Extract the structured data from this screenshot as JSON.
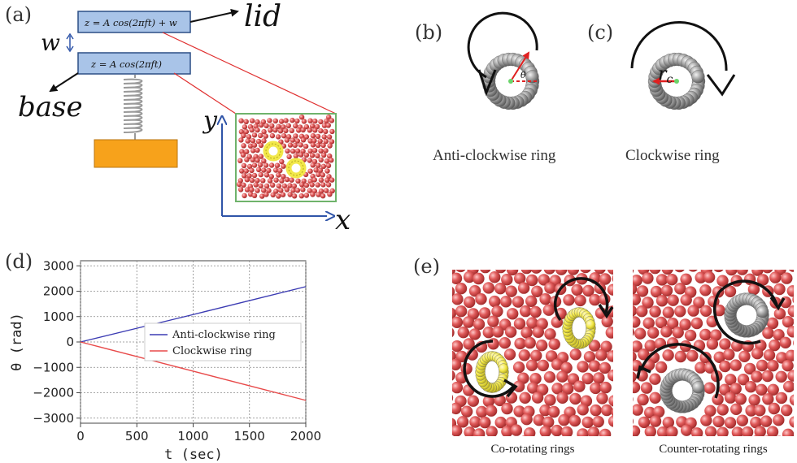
{
  "panels": {
    "a": {
      "label": "(a)",
      "lid_equation": "z = A cos(2πft) + w",
      "base_equation": "z = A cos(2πft)",
      "lid_label": "lid",
      "base_label": "base",
      "gap_label": "w",
      "axis_x": "x",
      "axis_y": "y",
      "colors": {
        "plate": "#a9c4e8",
        "mass": "#f7a21b",
        "particle": "#e05a5a",
        "ring": "#f2e84a",
        "frame": "#6fb36b"
      }
    },
    "b": {
      "label": "(b)",
      "caption": "Anti-clockwise ring",
      "angle_label": "θ"
    },
    "c": {
      "label": "(c)",
      "caption": "Clockwise ring",
      "radius_label": "r",
      "radius_sub": "c"
    },
    "d": {
      "label": "(d)"
    },
    "e": {
      "label": "(e)",
      "caption_left": "Co-rotating rings",
      "caption_right": "Counter-rotating rings"
    }
  },
  "chart_data": {
    "type": "line",
    "xlabel": "t (sec)",
    "ylabel": "θ (rad)",
    "xlim": [
      0,
      2000
    ],
    "ylim": [
      -3200,
      3200
    ],
    "xticks": [
      0,
      500,
      1000,
      1500,
      2000
    ],
    "yticks": [
      -3000,
      -2000,
      -1000,
      0,
      1000,
      2000,
      3000
    ],
    "grid": true,
    "legend_position": "center-right",
    "series": [
      {
        "name": "Anti-clockwise ring",
        "color": "#3b3bb3",
        "x": [
          0,
          500,
          1000,
          1500,
          2000
        ],
        "y": [
          0,
          540,
          1080,
          1630,
          2180
        ]
      },
      {
        "name": "Clockwise ring",
        "color": "#e84a4a",
        "x": [
          0,
          500,
          1000,
          1500,
          2000
        ],
        "y": [
          0,
          -575,
          -1150,
          -1725,
          -2300
        ]
      }
    ]
  }
}
